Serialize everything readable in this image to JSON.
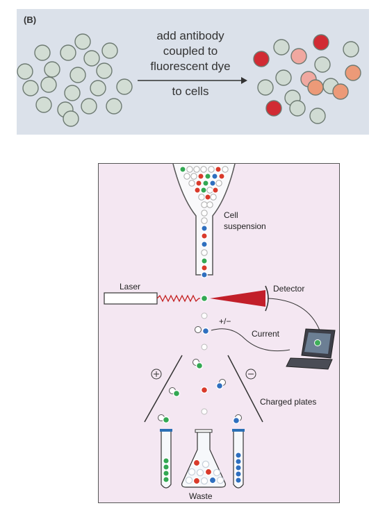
{
  "panel_b": {
    "panel_label": "(B)",
    "arrow_text_1": "add antibody",
    "arrow_text_2": "coupled to",
    "arrow_text_3": "fluorescent dye",
    "arrow_text_4": "to cells"
  },
  "flow_cytometer": {
    "cell_label_1": "Cell",
    "cell_label_2": "suspension",
    "laser_label": "Laser",
    "detector_label": "Detector",
    "plusminus_label": "+/−",
    "current_label": "Current",
    "charged_plates_label": "Charged plates",
    "waste_label": "Waste",
    "plus_symbol": "+",
    "minus_symbol": "−"
  },
  "colors": {
    "panel_bg": "#dbe1ea",
    "cell_unstained": "#d2ddd4",
    "dye_dark": "#d12b33",
    "dye_light": "#f0a8a0",
    "dye_mid": "#ec9a78",
    "flow_bg": "#f4e7f2",
    "green_cell": "#33a853",
    "blue_cell": "#2f6fbf",
    "red_cell": "#d93a2b"
  }
}
